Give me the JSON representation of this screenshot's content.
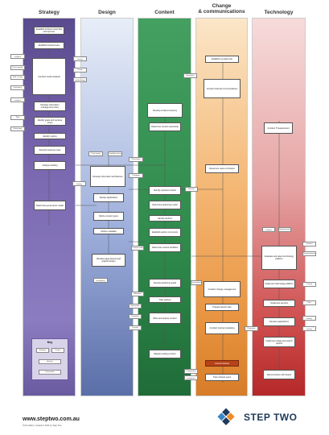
{
  "headers": {
    "strategy": "Strategy",
    "design": "Design",
    "content": "Content",
    "change_line1": "Change",
    "change_line2": "& communications",
    "technology": "Technology"
  },
  "strategy": {
    "main": [
      "Establish intranet ownership and sponsor",
      "Establish intranet team",
      "Conduct needs analysis",
      "Develop information management policy",
      "Identify goals and success scope",
      "Identify metrics",
      "Develop business case",
      "Analyse tracking",
      "Determine governance model"
    ],
    "side": [
      "Competitor analysis",
      "Focus groups",
      "Staff surveys",
      "Interviews",
      "Stakeholder analysis",
      "Usability testing",
      "Scope",
      "Key methodology",
      "Pilot",
      "Workshops"
    ]
  },
  "design": {
    "main": [
      "Develop information architecture",
      "Design applications",
      "Define content types",
      "Define metadata",
      "Develop page layouts and graphic design"
    ],
    "side": [
      "Card sorting",
      "Usability testing",
      "Workshops",
      "Accessibility testing",
      "Prototype",
      "Paper prototyping"
    ]
  },
  "content": {
    "main": [
      "Develop content inventory",
      "Determine content ownership",
      "Identify required content",
      "Determine authoring model",
      "Identify authors",
      "Establish author community",
      "Determine content workflow",
      "Develop authoring guide",
      "Train authors",
      "Write and acquire content",
      "Migrate existing content"
    ],
    "side": [
      "Content audit",
      "Metadata",
      "Style guide",
      "Templates",
      "Training",
      "Review"
    ]
  },
  "change": {
    "main": [
      "Establish a project site",
      "Conduct internal communications",
      "Determine name of intranet",
      "Conduct change management",
      "Prepare launch plan",
      "Conduct internal marketing",
      "Launch intranet",
      "Train intranet users"
    ],
    "side": [
      "Newsletter",
      "Presentations",
      "Competitions",
      "Staff champions",
      "Promotion"
    ]
  },
  "tech": {
    "main": [
      "Conduct IT assessment",
      "Evaluate and select technology platform",
      "Implement technology platform",
      "Implement security",
      "Develop applications",
      "Implement usage and search reports",
      "Decommission old intranet"
    ],
    "side": [
      "Market analysis",
      "Requirements",
      "Shortlist",
      "Demonstrations",
      "Testing",
      "Pilot",
      "Usability testing",
      "Accessibility testing"
    ]
  },
  "key": {
    "title": "Key",
    "items": [
      "Strategic",
      "Project",
      "Activity",
      "Deliverable"
    ]
  },
  "footer": {
    "url": "www.steptwo.com.au",
    "small": "Third edition, created in 2011 by Step Two",
    "brand": "STEP TWO"
  },
  "colors": {
    "strategy": "#6b5aa5",
    "design": "#8ea2d4",
    "content": "#2f8a4c",
    "change": "#e89440",
    "technology": "#cf4f4f",
    "brand": "#1f3a5c"
  }
}
